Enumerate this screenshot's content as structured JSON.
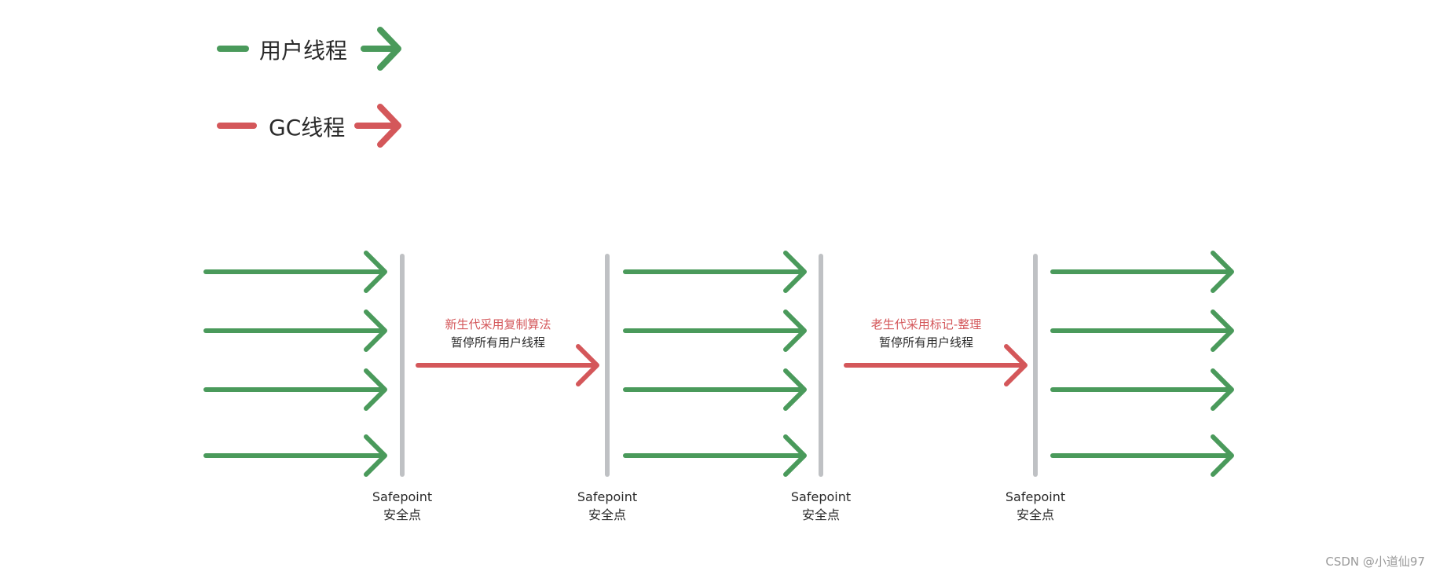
{
  "colors": {
    "user_thread": "#4a9a5b",
    "gc_thread": "#d4575a",
    "safepoint": "#bfc1c4",
    "text": "#2a2a2a",
    "watermark": "#9a9a9a"
  },
  "legend": {
    "user_thread_label": "用户线程",
    "gc_thread_label": "GC线程"
  },
  "safepoints": [
    {
      "label_en": "Safepoint",
      "label_zh": "安全点"
    },
    {
      "label_en": "Safepoint",
      "label_zh": "安全点"
    },
    {
      "label_en": "Safepoint",
      "label_zh": "安全点"
    },
    {
      "label_en": "Safepoint",
      "label_zh": "安全点"
    }
  ],
  "gc_phases": [
    {
      "title": "新生代采用复制算法",
      "subtitle": "暂停所有用户线程"
    },
    {
      "title": "老生代采用标记-整理",
      "subtitle": "暂停所有用户线程"
    }
  ],
  "watermark": "CSDN @小道仙97",
  "icons": {
    "user_arrow": "arrow-right-icon",
    "gc_arrow": "arrow-right-icon"
  }
}
